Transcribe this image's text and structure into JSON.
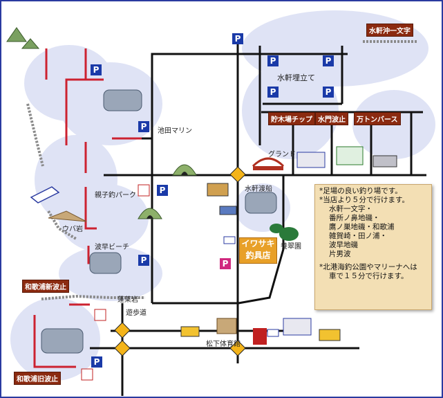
{
  "map": {
    "areas": {
      "suiken_oki": "水軒沖一文字",
      "suiken_umetate": "水軒埋立て",
      "chogiba_chip": "貯木場チップ",
      "suimon_hatoba": "水門波止",
      "man_ton_berth": "万トンバース",
      "ikeda_marine": "池田マリン",
      "grand": "グランド",
      "oyako_park": "親子釣パーク",
      "suiken_tosen": "水軒渡船",
      "uba_iwa": "ウバ岩",
      "hasaki_beach": "波早ビーチ",
      "shinhatoba": "和歌浦新波止",
      "hourai_iwa": "蓬莱岩",
      "yuhodo": "遊歩道",
      "matsushita_gym": "松下体育館",
      "kyuhatoba": "和歌浦旧波止",
      "yosuien": "養翠園"
    },
    "parking_symbol": "P",
    "shop": {
      "line1": "イワサキ",
      "line2": "釣具店"
    },
    "notes": {
      "line1": "*足場の良い釣り場です。",
      "line2": "*当店より５分で行けます。",
      "line3": "水軒一文字・",
      "line4": "番所ノ鼻地磯・",
      "line5": "鷹ノ巣地磯・和歌浦",
      "line6": "雑賀崎・田ノ浦・",
      "line7": "波早地磯",
      "line8": "片男波",
      "line9": "*北港海釣公園やマリーナへは",
      "line10": "車で１５分で行けます。"
    }
  },
  "colors": {
    "road": "#111111",
    "sea_wall": "#cc2230",
    "tag_bg": "#8b2a10",
    "parking": "#1a3aa8",
    "parking_pink": "#d0287e",
    "shop": "#e8a028",
    "note_bg": "#f3dfb4",
    "water_blob": "#dfe3f5"
  },
  "icons": [
    "mountain-icon",
    "ship-icon",
    "tunnel-icon",
    "bridge-icon",
    "pier-icon",
    "convenience-store-icon",
    "truck-icon",
    "car-icon",
    "toilet-icon",
    "traffic-signal-icon"
  ]
}
